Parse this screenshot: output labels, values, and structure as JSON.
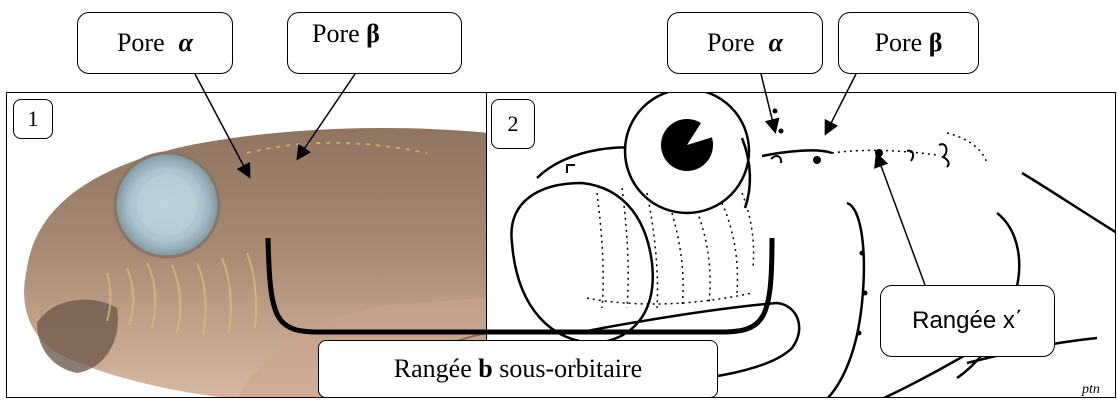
{
  "panels": {
    "photo_number": "1",
    "drawing_number": "2"
  },
  "labels": {
    "pore_alpha_word": "Pore",
    "pore_alpha_symbol": "α",
    "pore_beta_word": "Pore",
    "pore_beta_symbol": "β",
    "row_b_prefix": "Rangée",
    "row_b_letter": "b",
    "row_b_suffix": "sous-orbitaire",
    "row_x": "Rangée x΄",
    "signature": "ptn"
  },
  "colors": {
    "fish_body": "#a88a72",
    "fish_belly": "#c9a58c",
    "eye": "#a9c3cf",
    "outline": "#000000"
  }
}
